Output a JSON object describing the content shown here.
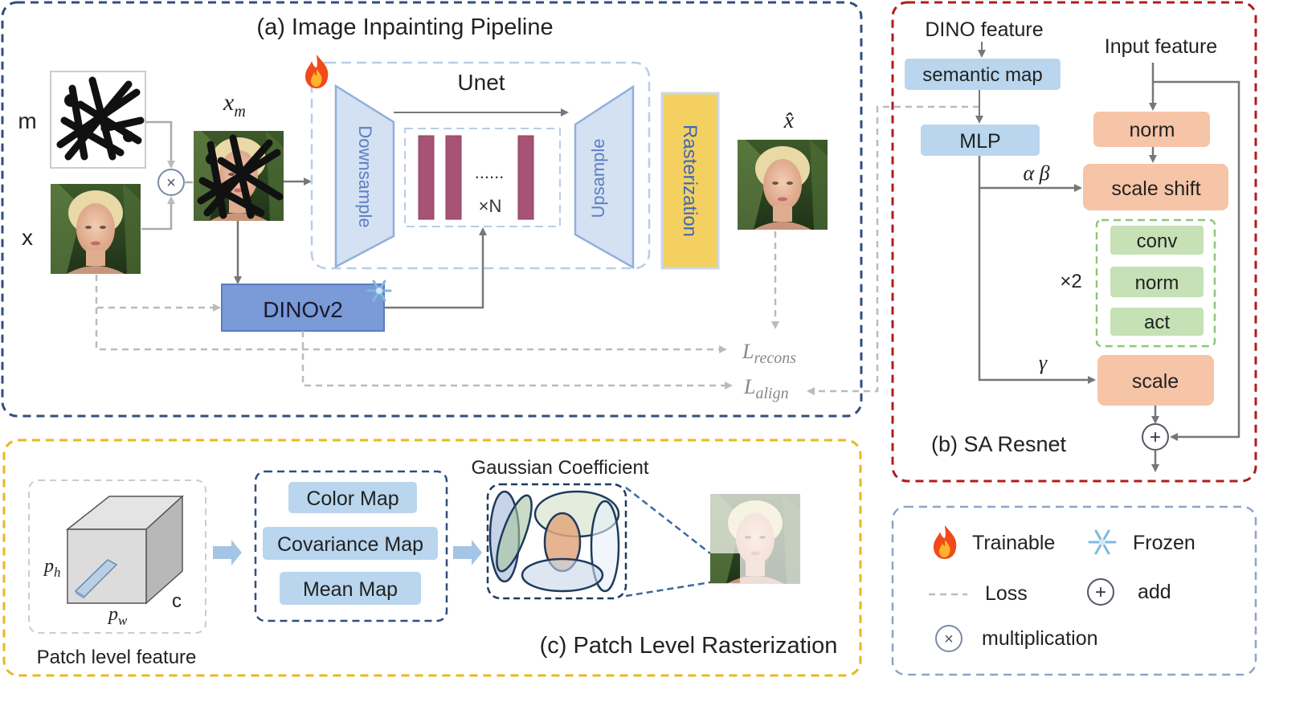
{
  "panel_a": {
    "title": "(a) Image Inpainting Pipeline",
    "m_label": "m",
    "x_label": "x",
    "xm_label": "x",
    "xm_sub": "m",
    "xhat_label": "x̂",
    "unet_label": "Unet",
    "downsample": "Downsample",
    "upsample": "Upsample",
    "dots": "......",
    "times_n": "×N",
    "rasterization": "Rasterization",
    "dino": "DINOv2",
    "l_recons": "L",
    "l_recons_sub": "recons",
    "l_align": "L",
    "l_align_sub": "align",
    "mult_symbol": "×"
  },
  "panel_b": {
    "title": "(b) SA Resnet",
    "dino_feature": "DINO feature",
    "input_feature": "Input feature",
    "semantic_map": "semantic map",
    "mlp": "MLP",
    "norm_top": "norm",
    "alpha_beta": "α β",
    "scale_shift": "scale shift",
    "conv": "conv",
    "norm_mid": "norm",
    "act": "act",
    "times_2": "×2",
    "gamma": "γ",
    "scale": "scale",
    "add_symbol": "+"
  },
  "panel_c": {
    "title": "(c) Patch Level Rasterization",
    "patch_level_feature": "Patch level feature",
    "ph": "p",
    "ph_sub": "h",
    "pw": "p",
    "pw_sub": "w",
    "c": "c",
    "color_map": "Color Map",
    "covariance_map": "Covariance Map",
    "mean_map": "Mean Map",
    "gaussian_coefficient": "Gaussian Coefficient"
  },
  "legend": {
    "trainable": "Trainable",
    "frozen": "Frozen",
    "loss": "Loss",
    "add": "add",
    "multiplication": "multiplication",
    "add_symbol": "+",
    "mult_symbol": "×"
  },
  "colors": {
    "panel_a_border": "#2f4f7f",
    "panel_b_border": "#b01c1c",
    "panel_c_border": "#e8b820",
    "legend_border": "#8fa3c8",
    "light_blue_box": "#b9d6ee",
    "dino_box": "#7a9ad8",
    "rasterization": "#f3d060",
    "unet_bar": "#a65375",
    "orange_box": "#f6c4a6",
    "green_box": "#c5e1b5",
    "green_border": "#8bc878"
  }
}
